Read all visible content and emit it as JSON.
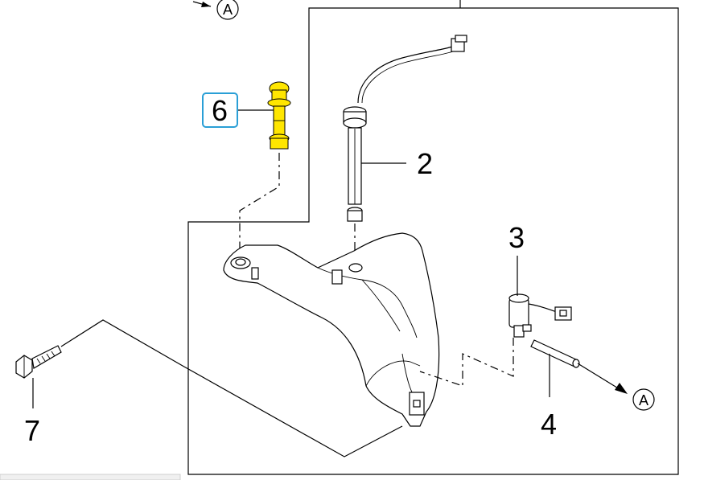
{
  "callouts": {
    "part_6": "6",
    "part_2": "2",
    "part_3": "3",
    "part_4": "4",
    "part_7": "7"
  },
  "references": {
    "top_ref": "A",
    "right_ref": "A"
  },
  "colors": {
    "highlight_fill": "#ffe600",
    "highlight_border": "#2a9fd6",
    "line": "#000000",
    "background": "#ffffff"
  }
}
